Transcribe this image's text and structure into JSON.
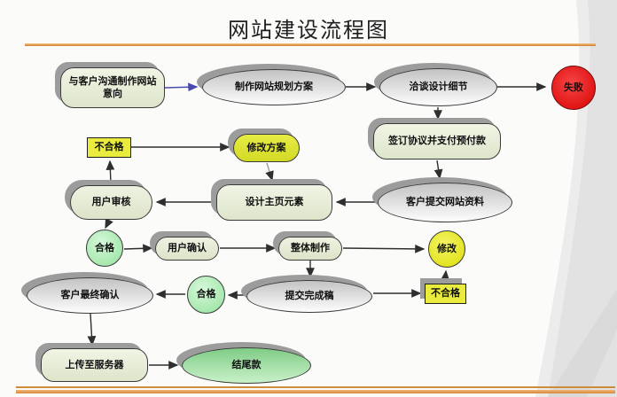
{
  "title": "网站建设流程图",
  "colors": {
    "accent_orange": "#d98e3c",
    "shadow_gray": "#9c9c9c",
    "fail_red": "#e01010",
    "qualified_green": "#a4e7ab",
    "modify_yellow": "#e2e31e",
    "connector_dark": "#2f2f2f",
    "connector_blue": "#4a4aae"
  },
  "nodes": [
    {
      "id": "start",
      "label": "与客户沟通制作网站意向",
      "shape": "roundrect"
    },
    {
      "id": "plan",
      "label": "制作网站规划方案",
      "shape": "ellipse"
    },
    {
      "id": "negotiate",
      "label": "洽谈设计细节",
      "shape": "ellipse"
    },
    {
      "id": "fail",
      "label": "失败",
      "shape": "circle-red"
    },
    {
      "id": "sign",
      "label": "签订协议并支付预付款",
      "shape": "roundrect"
    },
    {
      "id": "materials",
      "label": "客户提交网站资料",
      "shape": "ellipse"
    },
    {
      "id": "unqualified-top",
      "label": "不合格",
      "shape": "rect-yellow"
    },
    {
      "id": "modify-plan",
      "label": "修改方案",
      "shape": "stadium-yellow"
    },
    {
      "id": "user-review",
      "label": "用户审核",
      "shape": "stadium"
    },
    {
      "id": "design-home",
      "label": "设计主页元素",
      "shape": "roundrect"
    },
    {
      "id": "qualified-upper",
      "label": "合格",
      "shape": "circle-green"
    },
    {
      "id": "user-confirm",
      "label": "用户确认",
      "shape": "stadium"
    },
    {
      "id": "production",
      "label": "整体制作",
      "shape": "stadium"
    },
    {
      "id": "modify",
      "label": "修改",
      "shape": "circle-yellow"
    },
    {
      "id": "final-confirm",
      "label": "客户最终确认",
      "shape": "ellipse"
    },
    {
      "id": "qualified-lower",
      "label": "合格",
      "shape": "circle-green"
    },
    {
      "id": "draft",
      "label": "提交完成稿",
      "shape": "ellipse"
    },
    {
      "id": "unqualified-bottom",
      "label": "不合格",
      "shape": "rect-yellow"
    },
    {
      "id": "upload",
      "label": "上传至服务器",
      "shape": "roundrect"
    },
    {
      "id": "settle",
      "label": "结尾款",
      "shape": "ellipse-green"
    }
  ],
  "edges": [
    {
      "from": "start",
      "to": "plan"
    },
    {
      "from": "plan",
      "to": "negotiate"
    },
    {
      "from": "negotiate",
      "to": "fail"
    },
    {
      "from": "negotiate",
      "to": "sign"
    },
    {
      "from": "sign",
      "to": "materials"
    },
    {
      "from": "materials",
      "to": "design-home"
    },
    {
      "from": "design-home",
      "to": "user-review"
    },
    {
      "from": "user-review",
      "to": "unqualified-top"
    },
    {
      "from": "unqualified-top",
      "to": "modify-plan"
    },
    {
      "from": "modify-plan",
      "to": "design-home"
    },
    {
      "from": "user-review",
      "to": "qualified-upper"
    },
    {
      "from": "qualified-upper",
      "to": "user-confirm"
    },
    {
      "from": "user-confirm",
      "to": "production"
    },
    {
      "from": "production",
      "to": "modify"
    },
    {
      "from": "production",
      "to": "draft"
    },
    {
      "from": "draft",
      "to": "qualified-lower"
    },
    {
      "from": "qualified-lower",
      "to": "final-confirm"
    },
    {
      "from": "draft",
      "to": "unqualified-bottom"
    },
    {
      "from": "unqualified-bottom",
      "to": "modify"
    },
    {
      "from": "final-confirm",
      "to": "upload"
    },
    {
      "from": "upload",
      "to": "settle"
    }
  ]
}
